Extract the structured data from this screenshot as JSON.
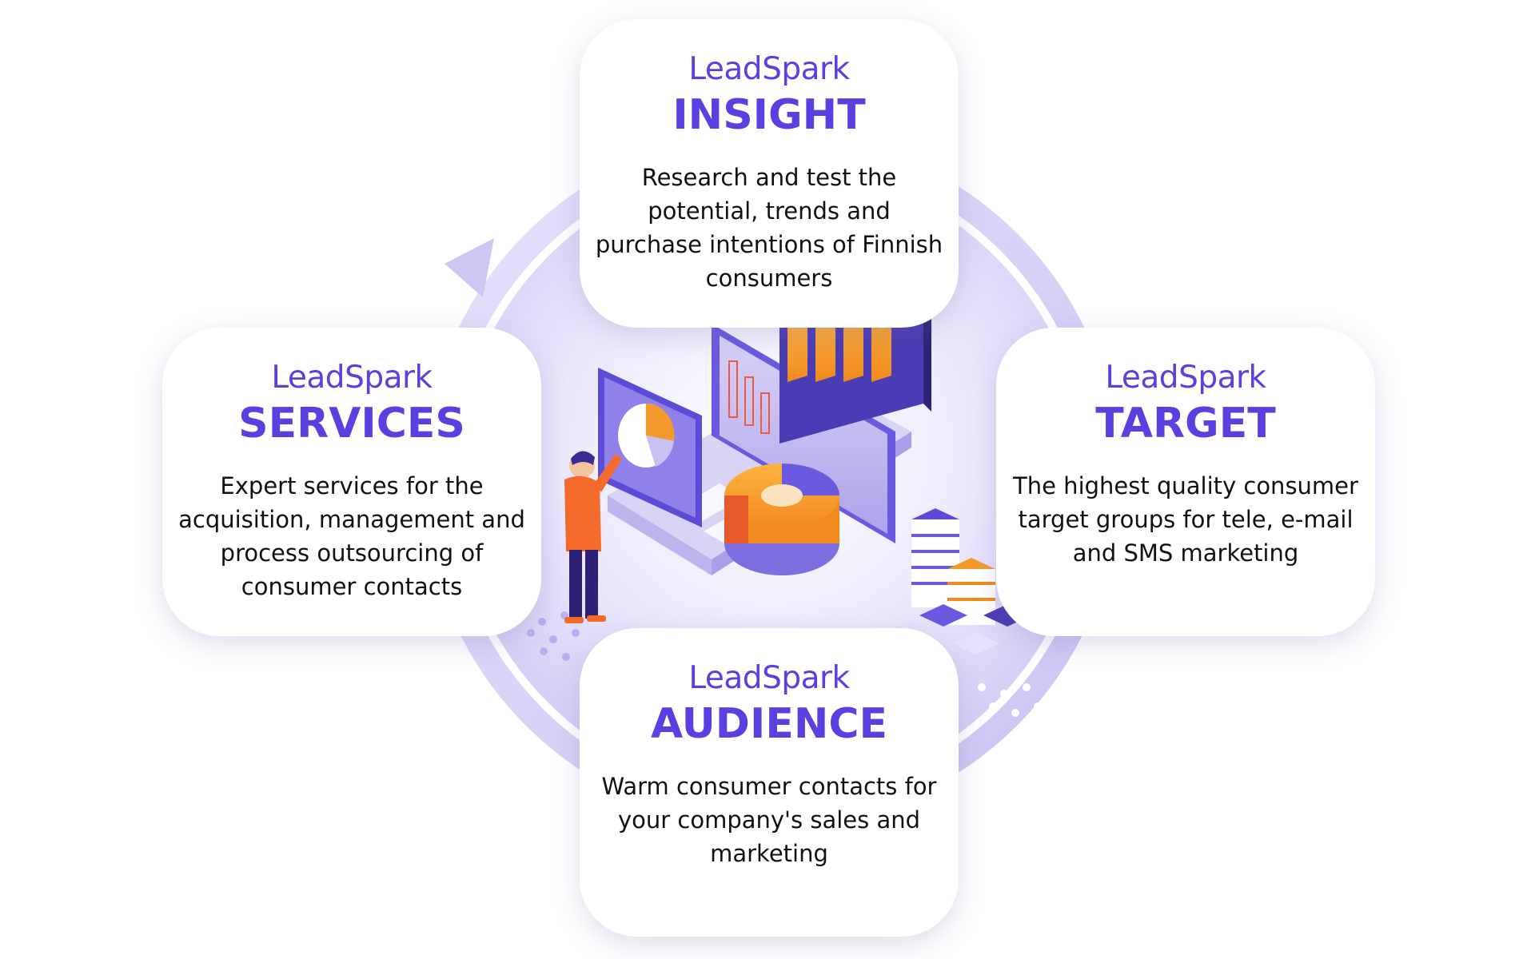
{
  "cards": {
    "insight": {
      "brand": "LeadSpark",
      "title": "INSIGHT",
      "description": "Research and test the potential, trends and purchase intentions of Finnish consumers"
    },
    "services": {
      "brand": "LeadSpark",
      "title": "SERVICES",
      "description": "Expert services for the acquisition, management and process outsourcing of consumer contacts"
    },
    "target": {
      "brand": "LeadSpark",
      "title": "TARGET",
      "description": "The highest quality consumer target groups for tele, e-mail and SMS marketing"
    },
    "audience": {
      "brand": "LeadSpark",
      "title": "AUDIENCE",
      "description": "Warm consumer contacts for your company's sales and marketing"
    }
  },
  "colors": {
    "brand_purple": "#5b3fe0",
    "circle_light": "#e9e5fb",
    "accent_orange": "#f3922a",
    "deep_purple": "#4a3cb4"
  },
  "illustration": {
    "icons": [
      "cycle-arrow-icon",
      "laptop-icon",
      "bar-chart-icon",
      "pie-chart-icon",
      "person-icon",
      "server-stack-icon"
    ]
  }
}
